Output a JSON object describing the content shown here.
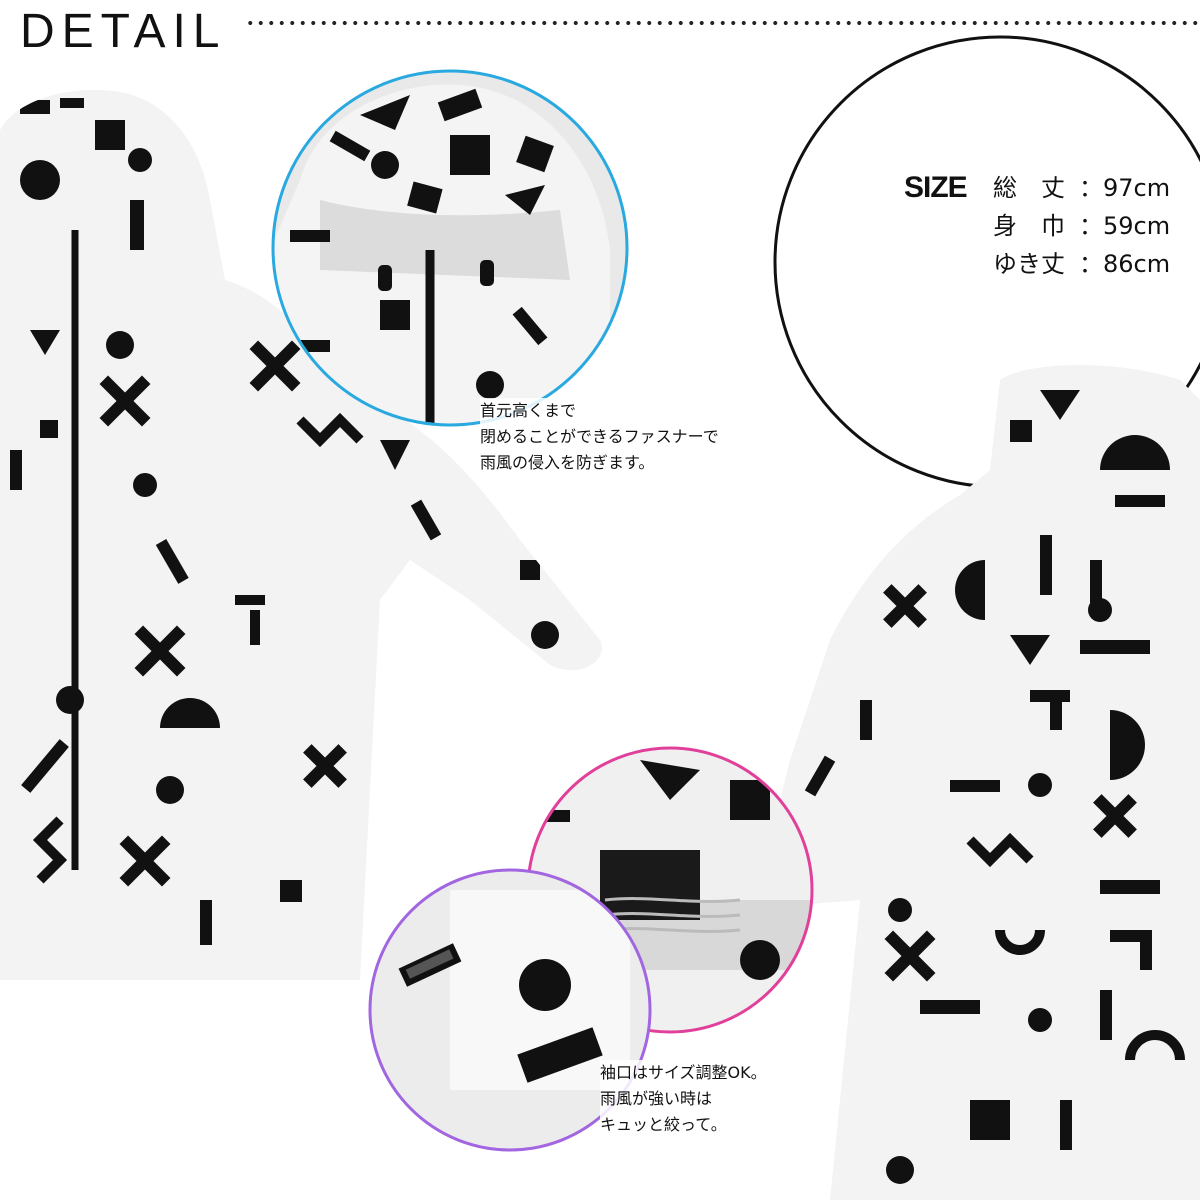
{
  "header": {
    "title": "DETAIL"
  },
  "size_spec": {
    "label": "SIZE",
    "rows": [
      {
        "key": "総　丈",
        "value": "：97cm"
      },
      {
        "key": "身　巾",
        "value": "：59cm"
      },
      {
        "key": "ゆき丈",
        "value": "：86cm"
      }
    ]
  },
  "captions": {
    "zipper": [
      "首元高くまで",
      "閉めることができるファスナーで",
      "雨風の侵入を防ぎます。"
    ],
    "cuff": [
      "袖口はサイズ調整OK。",
      "雨風が強い時は",
      "キュッと絞って。"
    ]
  },
  "colors": {
    "circle_blue": "#2aa9e0",
    "circle_pink": "#e0409a",
    "circle_violet": "#a166e0",
    "pattern": "#111111",
    "fabric": "#f4f4f4"
  }
}
